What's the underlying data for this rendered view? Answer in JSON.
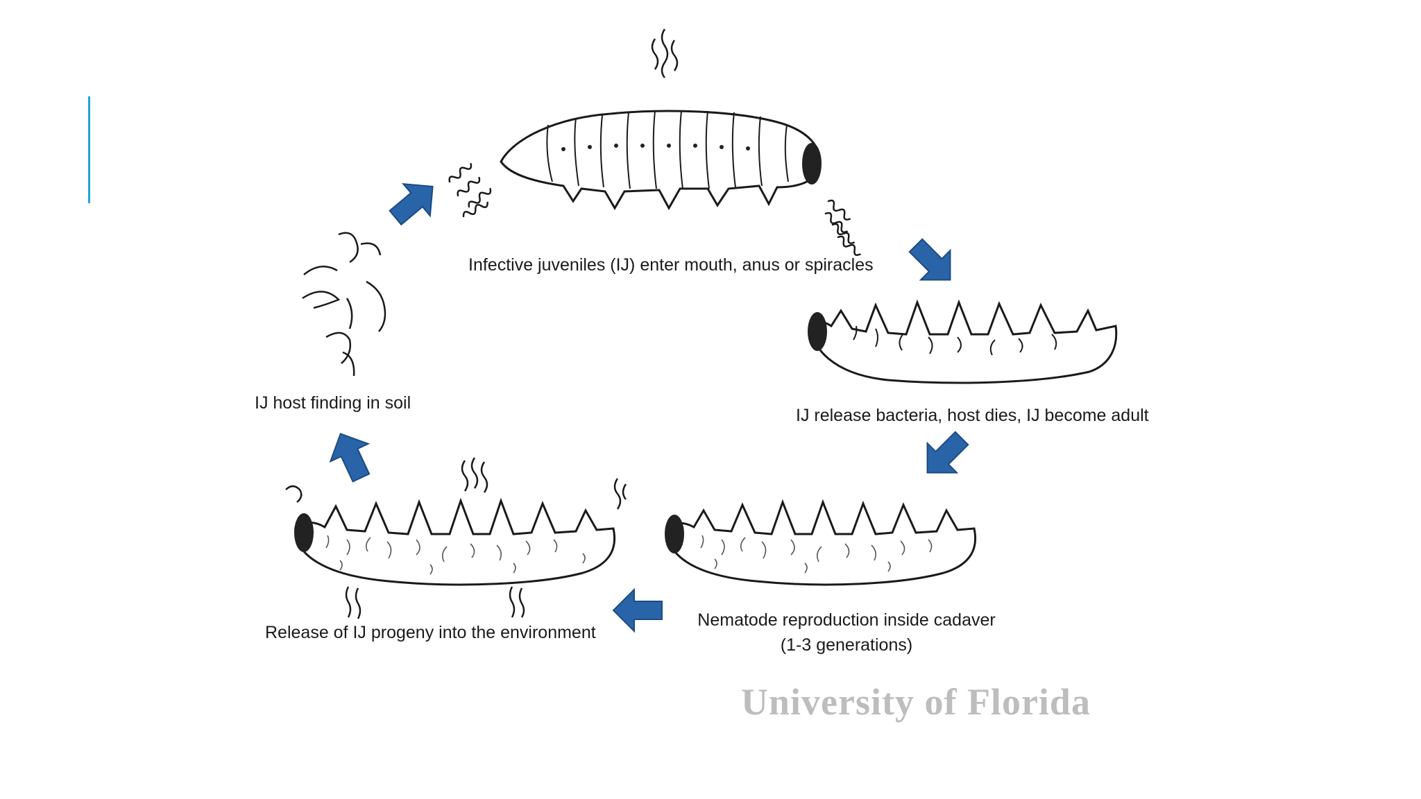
{
  "colors": {
    "accent_bar": "#1fa3dc",
    "arrow": "#2a64a8",
    "arrow_edge": "#1c4a82",
    "ink": "#1a1a1a",
    "watermark": "#bdbdbd"
  },
  "labels": {
    "ij_enter": "Infective juveniles (IJ) enter mouth, anus or spiracles",
    "ij_release_bacteria": "IJ release bacteria, host dies, IJ become adult",
    "reproduction_line1": "Nematode reproduction inside cadaver",
    "reproduction_line2": "(1-3 generations)",
    "release_progeny": "Release of IJ progeny into the environment",
    "host_finding": "IJ host finding in soil"
  },
  "watermark": "University of Florida",
  "icons": {
    "cycle_arrow": "arrow-icon",
    "larva": "larva-icon",
    "nematode": "nematode-icon"
  }
}
